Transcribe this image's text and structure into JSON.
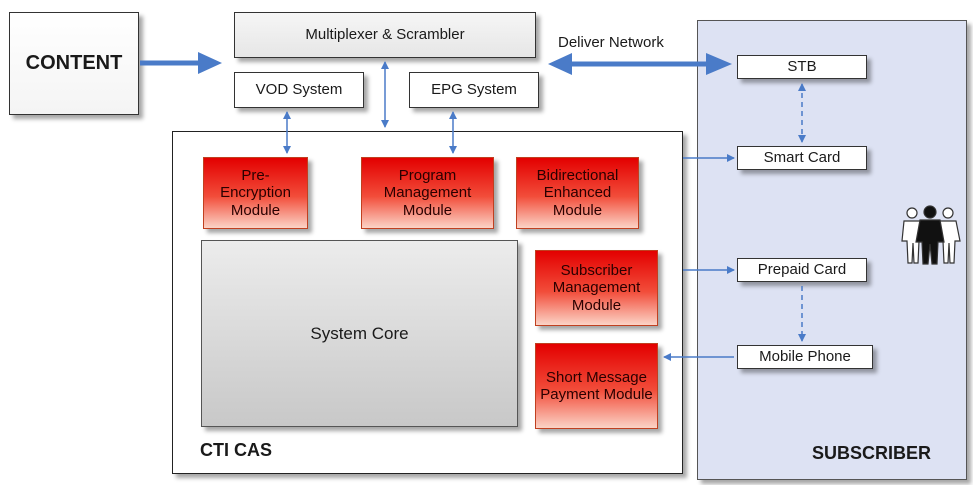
{
  "content_label": "CONTENT",
  "mux_label": "Multiplexer & Scrambler",
  "vod_label": "VOD System",
  "epg_label": "EPG System",
  "deliver_network_label": "Deliver Network",
  "cas_label": "CTI CAS",
  "subscriber_label": "SUBSCRIBER",
  "modules": {
    "pre_encryption": "Pre-Encryption Module",
    "program_management": "Program Management Module",
    "bidirectional": "Bidirectional Enhanced Module",
    "subscriber_management": "Subscriber Management Module",
    "sms_payment": "Short Message Payment Module",
    "system_core": "System Core"
  },
  "subscriber_items": {
    "stb": "STB",
    "smart_card": "Smart Card",
    "prepaid_card": "Prepaid Card",
    "mobile_phone": "Mobile Phone"
  },
  "colors": {
    "arrow": "#4a7bc8",
    "module_red": "#e30000",
    "subscriber_bg": "#dde2f3"
  },
  "icons": [
    "people-group-icon"
  ]
}
